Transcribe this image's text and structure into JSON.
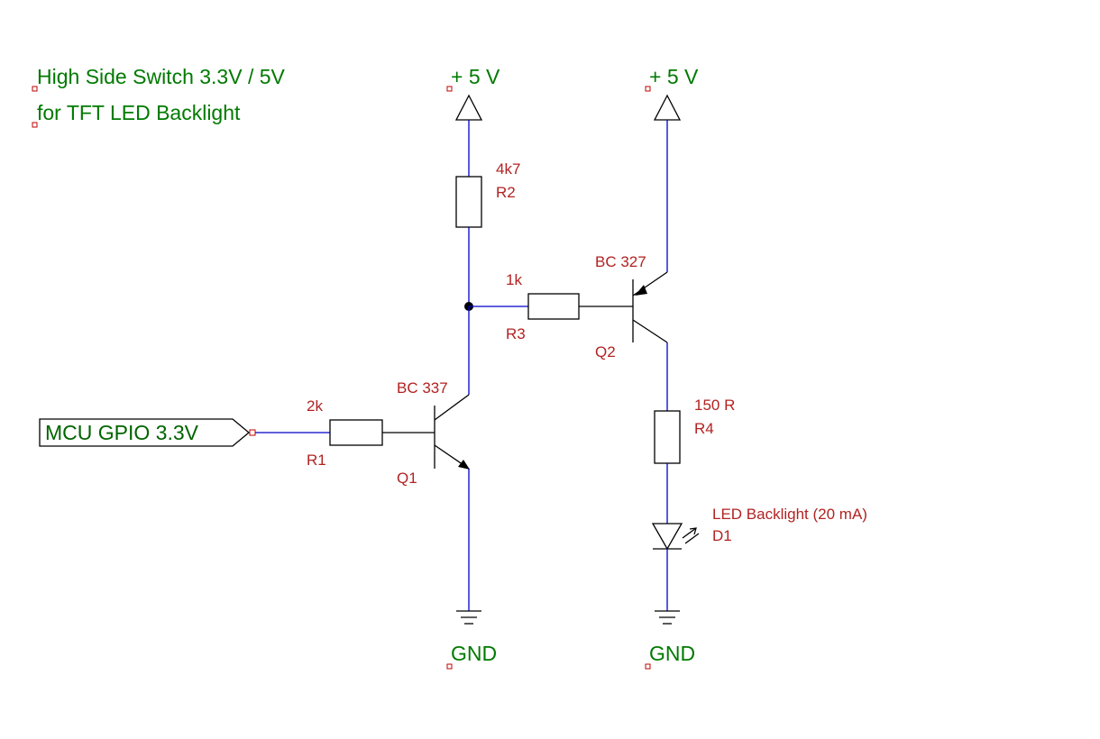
{
  "title": {
    "line1": "High Side Switch 3.3V / 5V",
    "line2": "for TFT LED Backlight"
  },
  "power": {
    "vcc1": "+ 5 V",
    "vcc2": "+ 5 V",
    "gnd1": "GND",
    "gnd2": "GND"
  },
  "input_port": "MCU GPIO 3.3V",
  "components": {
    "r1": {
      "value": "2k",
      "ref": "R1"
    },
    "r2": {
      "value": "4k7",
      "ref": "R2"
    },
    "r3": {
      "value": "1k",
      "ref": "R3"
    },
    "r4": {
      "value": "150 R",
      "ref": "R4"
    },
    "q1": {
      "part": "BC 337",
      "ref": "Q1"
    },
    "q2": {
      "part": "BC 327",
      "ref": "Q2"
    },
    "d1": {
      "part": "LED Backlight (20 mA)",
      "ref": "D1"
    }
  },
  "colors": {
    "wire": "#0000c8",
    "component_label": "#b22222",
    "net_label": "#007a00"
  }
}
